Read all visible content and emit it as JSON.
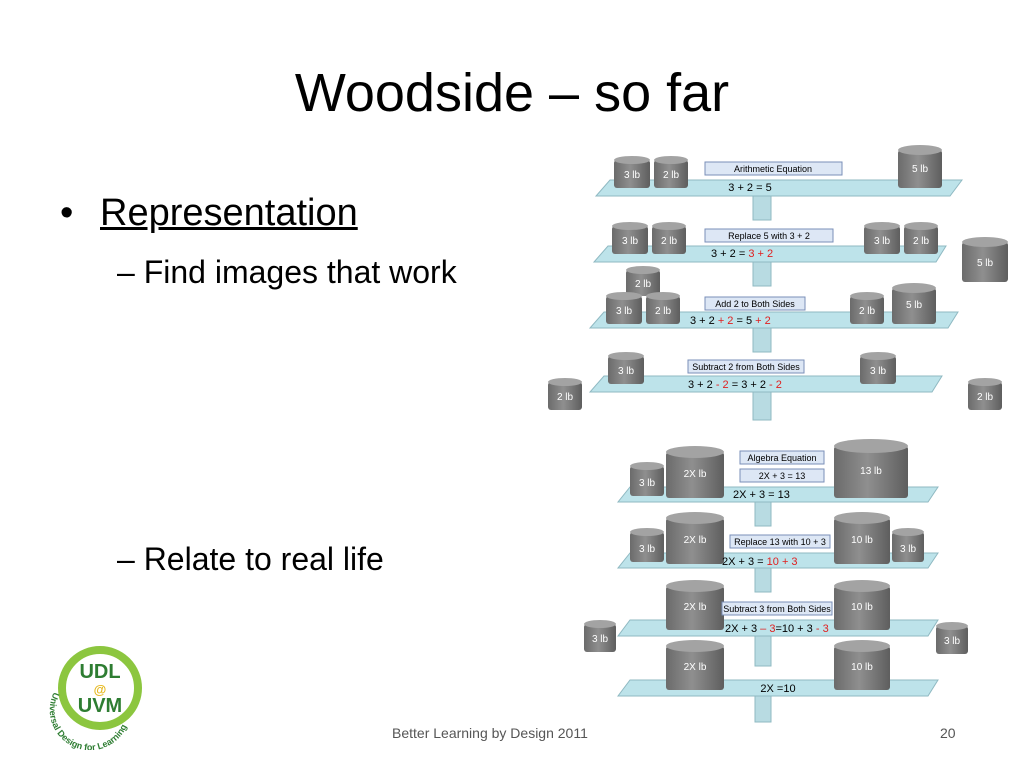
{
  "slide": {
    "title": "Woodside – so far",
    "bullet_main": "Representation",
    "bullet_dot": "•",
    "sub1": "– Find images that work",
    "sub2": "–  Relate to real life",
    "footer": "Better Learning by Design 2011",
    "page_number": "20"
  },
  "logo": {
    "top": "UDL",
    "at": "@",
    "bottom": "UVM",
    "ring_text": "Universal Design for Learning",
    "green": "#8cc63f",
    "gold": "#e6b81e"
  },
  "arith": {
    "s1": {
      "label": "Arithmetic Equation",
      "eq": "3 + 2    =    5",
      "w1": "3 lb",
      "w2": "2 lb",
      "w3": "5 lb"
    },
    "s2": {
      "label": "Replace 5 with 3 + 2",
      "eq_a": "3 + 2    =   ",
      "eq_b": "3 + 2",
      "w1": "3 lb",
      "w2": "2 lb",
      "w3": "3 lb",
      "w4": "2 lb",
      "off": "5 lb"
    },
    "s3": {
      "label": "Add 2 to Both Sides",
      "eq_a": "3 + 2 ",
      "eq_b": "+ 2",
      "eq_c": "   =   5 ",
      "eq_d": "+ 2",
      "top": "2 lb",
      "w1": "3 lb",
      "w2": "2 lb",
      "w3": "2 lb",
      "w4": "5 lb"
    },
    "s4": {
      "label": "Subtract 2 from Both Sides",
      "eq_a": "3 + 2 ",
      "eq_b": "- 2",
      "eq_c": "   =   3 + 2 ",
      "eq_d": "- 2",
      "w1": "3 lb",
      "w2": "3 lb",
      "off_l": "2 lb",
      "off_r": "2 lb"
    }
  },
  "algebra": {
    "s1": {
      "label": "Algebra Equation",
      "label2": "2X + 3 = 13",
      "eq": "2X + 3  =  13",
      "w1": "3 lb",
      "w2": "2X lb",
      "w3": "13 lb"
    },
    "s2": {
      "label": "Replace 13 with 10 + 3",
      "eq_a": "2X + 3  =  ",
      "eq_b": "10 + 3",
      "w1": "3 lb",
      "w2": "2X lb",
      "w3": "10 lb",
      "w4": "3 lb"
    },
    "s3": {
      "label": "Subtract 3 from Both Sides",
      "eq_a": "2X + 3 ",
      "eq_b": "– 3",
      "eq_c": "=10 + 3 ",
      "eq_d": "- 3",
      "w1": "2X lb",
      "w2": "10 lb",
      "off_l": "3 lb",
      "off_r": "3 lb"
    },
    "s4": {
      "eq": "2X =10",
      "w1": "2X lb",
      "w2": "10 lb"
    }
  },
  "colors": {
    "shelf": "#bde3ea",
    "shelf_edge": "#8fb9c2",
    "weight": "#7a7a7a",
    "weight_top": "#9a9a9a",
    "red": "#e02020",
    "label_box": "#dde7f5",
    "label_edge": "#7a8fb8"
  }
}
